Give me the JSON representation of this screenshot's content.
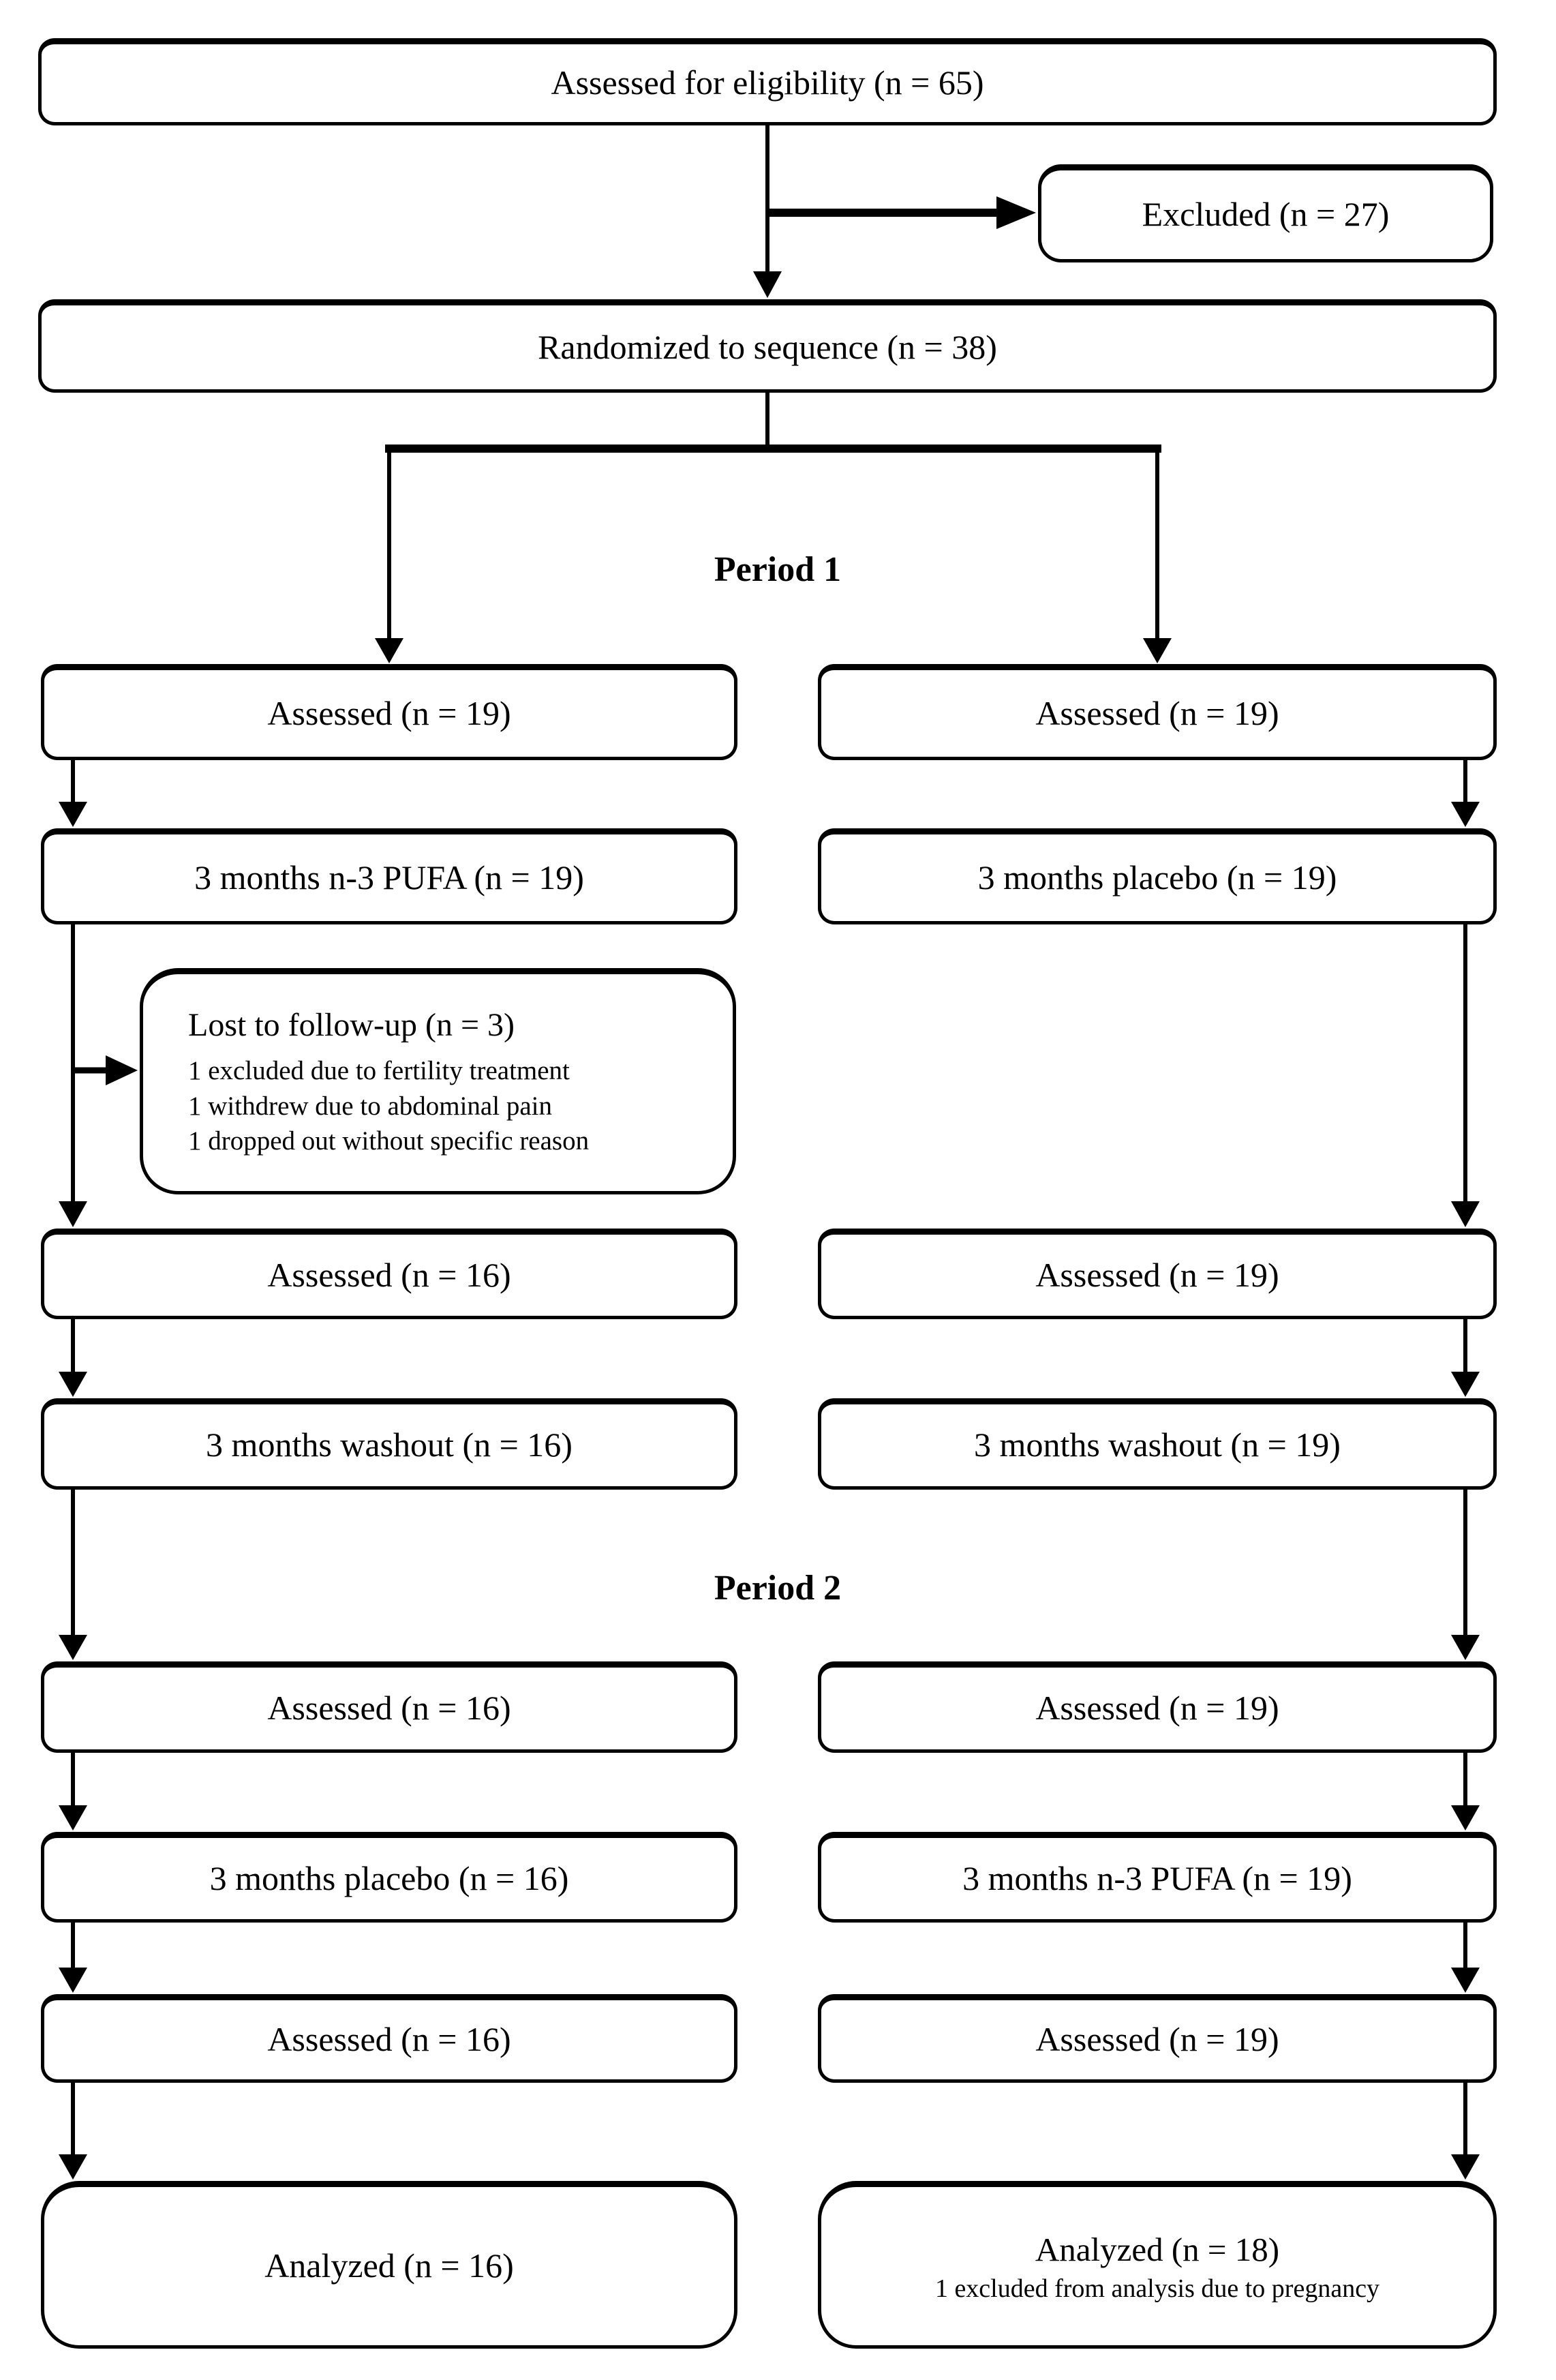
{
  "flow": {
    "eligibility": "Assessed for eligibility (n = 65)",
    "excluded": "Excluded (n = 27)",
    "randomized": "Randomized to sequence (n = 38)",
    "period1": {
      "label": "Period 1",
      "left": [
        "Assessed (n = 19)",
        "3 months n-3 PUFA (n = 19)",
        "Assessed (n = 16)",
        "3 months washout (n = 16)"
      ],
      "right": [
        "Assessed (n = 19)",
        "3 months placebo (n = 19)",
        "Assessed (n = 19)",
        "3 months washout (n = 19)"
      ],
      "lost_to_followup": {
        "title": "Lost to follow-up (n = 3)",
        "reasons": [
          "1 excluded due to fertility treatment",
          "1 withdrew due to abdominal pain",
          "1 dropped out without specific reason"
        ]
      }
    },
    "period2": {
      "label": "Period 2",
      "left": [
        "Assessed (n = 16)",
        "3 months placebo (n = 16)",
        "Assessed (n = 16)"
      ],
      "right": [
        "Assessed (n = 19)",
        "3 months n-3 PUFA (n = 19)",
        "Assessed (n = 19)"
      ],
      "analyzed_left": {
        "title": "Analyzed (n = 16)"
      },
      "analyzed_right": {
        "title": "Analyzed (n = 18)",
        "note": "1 excluded from analysis due to pregnancy"
      }
    },
    "colors": {
      "background": "#ffffff",
      "line": "#000000",
      "text": "#000000"
    }
  }
}
